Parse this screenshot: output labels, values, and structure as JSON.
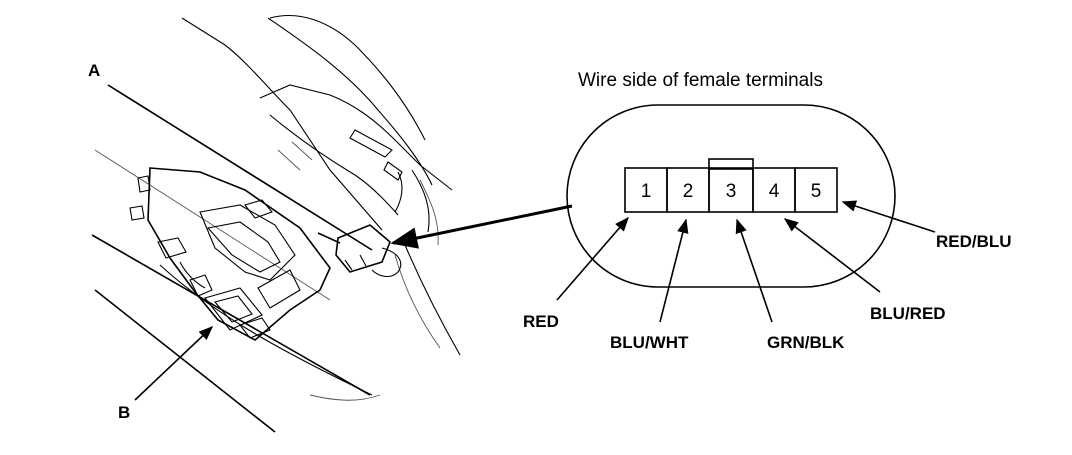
{
  "callouts": {
    "a": "A",
    "b": "B"
  },
  "connector_view": {
    "caption": "Wire side of female terminals",
    "terminals": [
      "1",
      "2",
      "3",
      "4",
      "5"
    ],
    "wires": [
      "RED",
      "BLU/WHT",
      "GRN/BLK",
      "BLU/RED",
      "RED/BLU"
    ]
  },
  "colors": {
    "ink": "#000000",
    "paper": "#ffffff"
  }
}
